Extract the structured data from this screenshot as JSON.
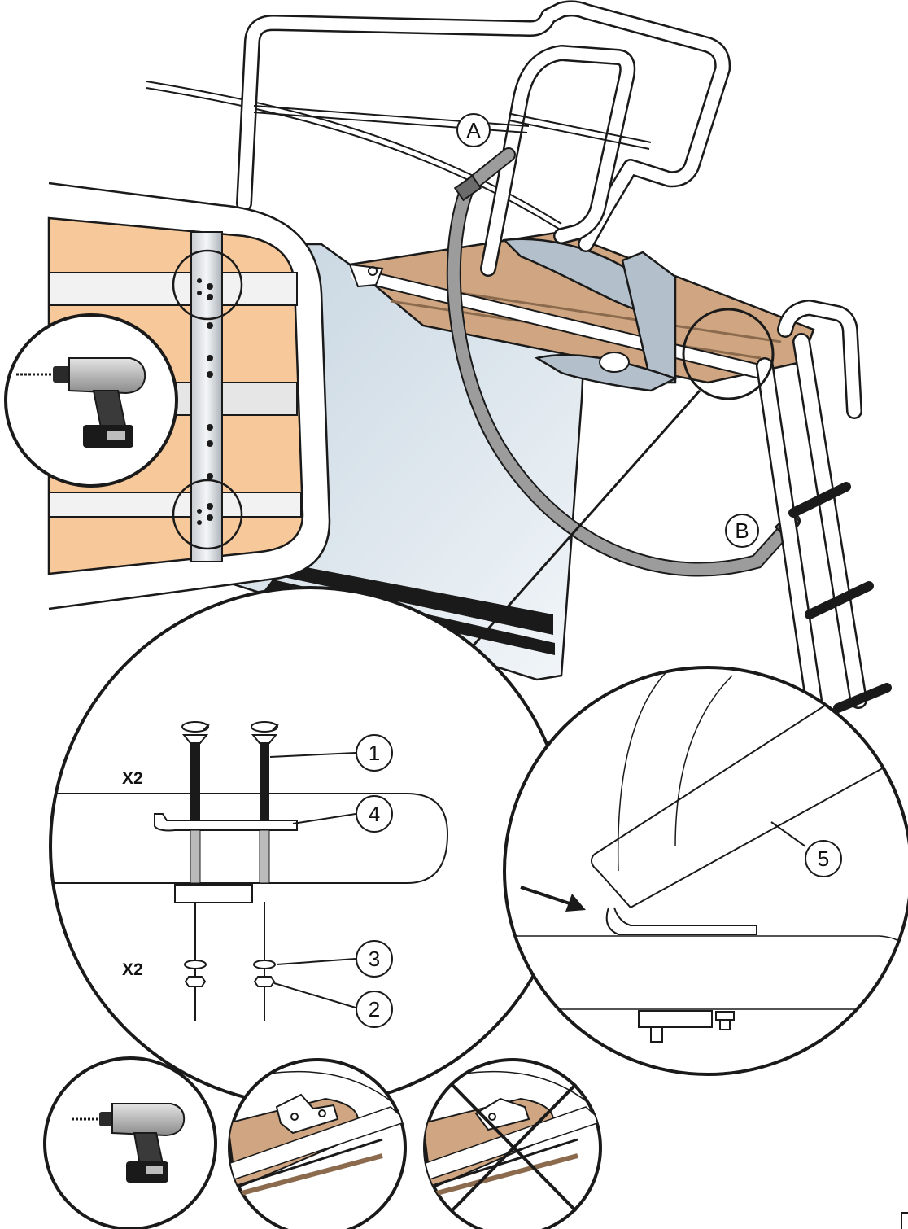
{
  "callouts": {
    "a": "A",
    "b": "B",
    "c1": "1",
    "c2": "2",
    "c3": "3",
    "c4": "4",
    "c5": "5"
  },
  "quantities": {
    "bolts": "X2",
    "nuts": "X2"
  },
  "colors": {
    "deck_wood": "#f6c89a",
    "stripe_wood": "#cfa681",
    "anchor_gray": "#b3c0cc",
    "strap_gray": "#9c9c9c",
    "hull_blue": "#d6e1ea",
    "line": "#1a1a1a"
  },
  "icons": [
    "power-drill-icon",
    "prohibited-cross-icon",
    "rotate-arrow-icon",
    "pointer-arrow-icon"
  ]
}
